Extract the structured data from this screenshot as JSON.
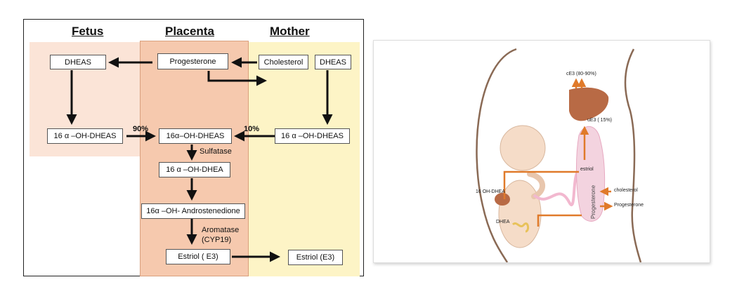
{
  "headers": {
    "fetus": "Fetus",
    "placenta": "Placenta",
    "mother": "Mother"
  },
  "boxes": {
    "fetus_dheas": "DHEAS",
    "progesterone": "Progesterone",
    "cholesterol": "Cholesterol",
    "mother_dheas": "DHEAS",
    "fetus_16oh_dheas": "16 α –OH-DHEAS",
    "placenta_16oh_dheas": "16α–OH-DHEAS",
    "mother_16oh_dheas": "16 α –OH-DHEAS",
    "placenta_16oh_dhea": "16 α –OH-DHEA",
    "androstenedione": "16α –OH- Androstenedione",
    "placenta_estriol": "Estriol ( E3)",
    "mother_estriol": "Estriol (E3)"
  },
  "labels": {
    "pct_fetal": "90%",
    "pct_maternal": "10%",
    "sulfatase": "Sulfatase",
    "aromatase_line1": "Aromatase",
    "aromatase_line2": "(CYP19)"
  },
  "illustration": {
    "ce3": "cE3 (80-90%)",
    "ue3": "uE3 ( 15%)",
    "estriol": "estriol",
    "oh_dhea": "16 OH-DHEA",
    "dhea": "DHEA",
    "cholesterol": "cholesterol",
    "progesterone": "Progesterone",
    "progesterone_vertical": "Progesterone"
  },
  "colors": {
    "fetus_zone": "#fbe4d7",
    "placenta_zone": "#f6c9ae",
    "mother_zone": "#fdf4c6",
    "orange_arrow": "#e07a2a",
    "liver": "#b86a45",
    "placenta_organ": "#f3d3df"
  }
}
